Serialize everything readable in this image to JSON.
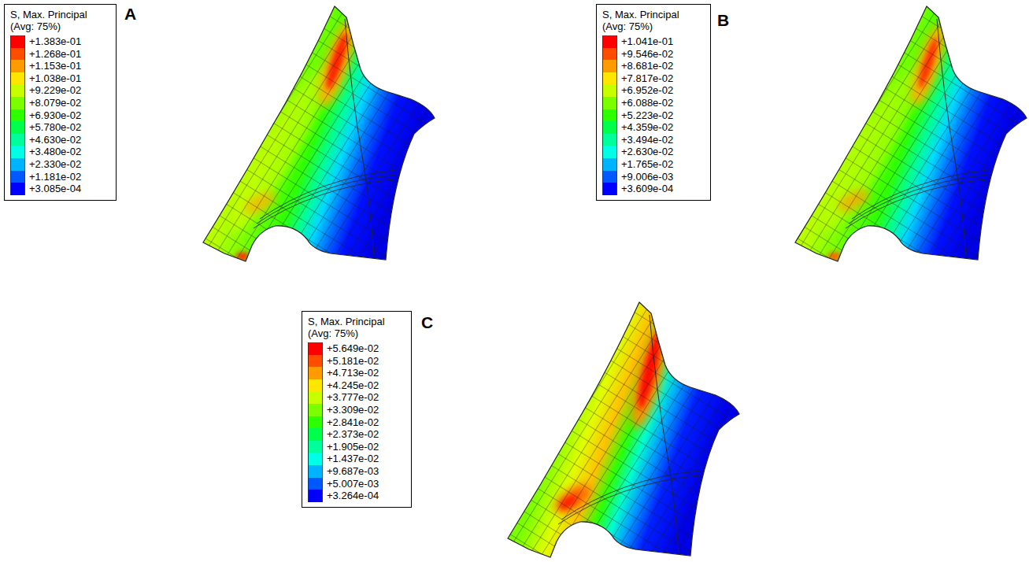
{
  "diagram": {
    "nodes": [
      {
        "text": [
          "S, Max. Principal",
          "(Avg: 75%)"
        ]
      },
      {
        "text": [
          "S, Max. Principal",
          "(Avg: 75%)"
        ]
      },
      {
        "text": [
          "S, Max. Principal",
          "(Avg: 75%)"
        ]
      }
    ],
    "labels": [
      "A",
      "B",
      "C"
    ],
    "legend": [
      {
        "text": "+1.383e-01",
        "color": "#ff0000"
      },
      {
        "text": "+1.268e-01",
        "color": "#ff4d00"
      },
      {
        "text": "+1.153e-01",
        "color": "#ff9a00"
      },
      {
        "text": "+1.038e-01",
        "color": "#ffe600"
      },
      {
        "text": "+9.229e-02",
        "color": "#c8ff00"
      },
      {
        "text": "+8.079e-02",
        "color": "#7bff00"
      },
      {
        "text": "+6.930e-02",
        "color": "#2eff00"
      },
      {
        "text": "+5.780e-02",
        "color": "#00ff4d"
      },
      {
        "text": "+4.630e-02",
        "color": "#00ff9a"
      },
      {
        "text": "+3.480e-02",
        "color": "#00ffe6"
      },
      {
        "text": "+2.330e-02",
        "color": "#00b3ff"
      },
      {
        "text": "+1.181e-02",
        "color": "#0059ff"
      },
      {
        "text": "+3.085e-04",
        "color": "#0000ff"
      },
      {
        "text": "+1.041e-01",
        "color": "#ff0000"
      },
      {
        "text": "+9.546e-02",
        "color": "#ff4d00"
      },
      {
        "text": "+8.681e-02",
        "color": "#ff9a00"
      },
      {
        "text": "+7.817e-02",
        "color": "#ffe600"
      },
      {
        "text": "+6.952e-02",
        "color": "#c8ff00"
      },
      {
        "text": "+6.088e-02",
        "color": "#7bff00"
      },
      {
        "text": "+5.223e-02",
        "color": "#2eff00"
      },
      {
        "text": "+4.359e-02",
        "color": "#00ff4d"
      },
      {
        "text": "+3.494e-02",
        "color": "#00ff9a"
      },
      {
        "text": "+2.630e-02",
        "color": "#00ffe6"
      },
      {
        "text": "+1.765e-02",
        "color": "#00b3ff"
      },
      {
        "text": "+9.006e-03",
        "color": "#0059ff"
      },
      {
        "text": "+3.609e-04",
        "color": "#0000ff"
      },
      {
        "text": "+5.649e-02",
        "color": "#ff0000"
      },
      {
        "text": "+5.181e-02",
        "color": "#ff4d00"
      },
      {
        "text": "+4.713e-02",
        "color": "#ff9a00"
      },
      {
        "text": "+4.245e-02",
        "color": "#ffe600"
      },
      {
        "text": "+3.777e-02",
        "color": "#c8ff00"
      },
      {
        "text": "+3.309e-02",
        "color": "#7bff00"
      },
      {
        "text": "+2.841e-02",
        "color": "#2eff00"
      },
      {
        "text": "+2.373e-02",
        "color": "#00ff4d"
      },
      {
        "text": "+1.905e-02",
        "color": "#00ff9a"
      },
      {
        "text": "+1.437e-02",
        "color": "#00ffe6"
      },
      {
        "text": "+9.687e-03",
        "color": "#00b3ff"
      },
      {
        "text": "+5.007e-03",
        "color": "#0059ff"
      },
      {
        "text": "+3.264e-04",
        "color": "#0000ff"
      }
    ]
  }
}
